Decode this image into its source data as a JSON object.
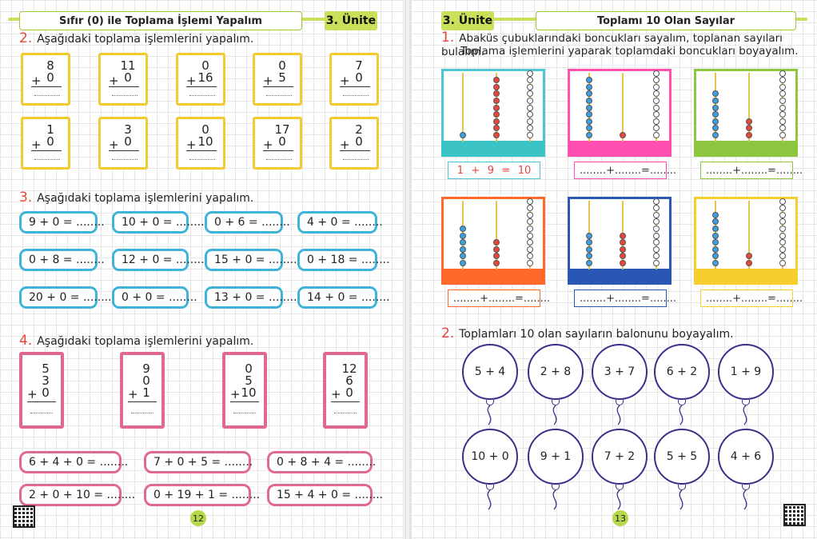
{
  "left": {
    "header_title": "Sıfır (0) ile Toplama İşlemi Yapalım",
    "unit": "3. Ünite",
    "page_number": "12",
    "q2": {
      "num": "2.",
      "text": "Aşağıdaki toplama işlemlerini yapalım.",
      "cards": [
        [
          "8",
          "0"
        ],
        [
          "11",
          "0"
        ],
        [
          "0",
          "16"
        ],
        [
          "0",
          "5"
        ],
        [
          "7",
          "0"
        ],
        [
          "1",
          "0"
        ],
        [
          "3",
          "0"
        ],
        [
          "0",
          "10"
        ],
        [
          "17",
          "0"
        ],
        [
          "2",
          "0"
        ]
      ]
    },
    "q3": {
      "num": "3.",
      "text": "Aşağıdaki toplama işlemlerini yapalım.",
      "items": [
        "9 + 0 = ........",
        "10 + 0 = ........",
        "0 + 6 = ........",
        "4 + 0 = ........",
        "0 + 8 = ........",
        "12 + 0 = ........",
        "15 + 0 = ........",
        "0 + 18 = ........",
        "20 + 0 = ........",
        "0 + 0 = ........",
        "13 + 0 = ........",
        "14 + 0 = ........"
      ]
    },
    "q4": {
      "num": "4.",
      "text": "Aşağıdaki toplama işlemlerini yapalım.",
      "cards": [
        [
          "5",
          "3",
          "0"
        ],
        [
          "9",
          "0",
          "1"
        ],
        [
          "0",
          "5",
          "10"
        ],
        [
          "12",
          "6",
          "0"
        ]
      ],
      "items": [
        "6 + 4 + 0 = ........",
        "7 + 0 + 5 = ........",
        "0 + 8 + 4 = ........",
        "2 + 0 + 10 = ........",
        "0 + 19 + 1 = ........",
        "15 + 4 + 0 = ........"
      ]
    }
  },
  "right": {
    "header_title": "Toplamı 10 Olan Sayılar",
    "unit": "3. Ünite",
    "page_number": "13",
    "q1": {
      "num": "1.",
      "line1": "Abaküs çubuklarındaki boncukları sayalım, toplanan sayıları bulalım.",
      "line2": "Toplama işlemlerini yaparak toplamdaki boncukları boyayalım.",
      "abacuses": [
        {
          "frame": "#4fc6d6",
          "base": "#3cc3c3",
          "a": 1,
          "b": 9,
          "ca": "#3aa0e0",
          "cb": "#e8463c",
          "eq": [
            "1",
            "+",
            "9",
            "=",
            "10"
          ]
        },
        {
          "frame": "#ff4fb0",
          "base": "#ff4fb0",
          "a": 9,
          "b": 1,
          "ca": "#3aa0e0",
          "cb": "#e8463c",
          "eq": [
            "........",
            "+",
            "........",
            "=",
            "........"
          ]
        },
        {
          "frame": "#8dc63f",
          "base": "#8dc63f",
          "a": 7,
          "b": 3,
          "ca": "#3aa0e0",
          "cb": "#e8463c",
          "eq": [
            "........",
            "+",
            "........",
            "=",
            "........"
          ]
        },
        {
          "frame": "#ff6a2a",
          "base": "#ff6a2a",
          "a": 6,
          "b": 4,
          "ca": "#3aa0e0",
          "cb": "#e8463c",
          "eq": [
            "........",
            "+",
            "........",
            "=",
            "........"
          ]
        },
        {
          "frame": "#2a56b4",
          "base": "#2a56b4",
          "a": 5,
          "b": 5,
          "ca": "#3aa0e0",
          "cb": "#e8463c",
          "eq": [
            "........",
            "+",
            "........",
            "=",
            "........"
          ]
        },
        {
          "frame": "#f6cf2e",
          "base": "#f6cf2e",
          "a": 8,
          "b": 2,
          "ca": "#3aa0e0",
          "cb": "#e8463c",
          "eq": [
            "........",
            "+",
            "........",
            "=",
            "........"
          ]
        }
      ]
    },
    "q2": {
      "num": "2.",
      "text": "Toplamları 10 olan sayıların balonunu boyayalım.",
      "balloons": [
        "5 + 4",
        "2 + 8",
        "3 + 7",
        "6 + 2",
        "1 + 9",
        "10 + 0",
        "9 + 1",
        "7 + 2",
        "5 + 5",
        "4 + 6"
      ]
    }
  }
}
